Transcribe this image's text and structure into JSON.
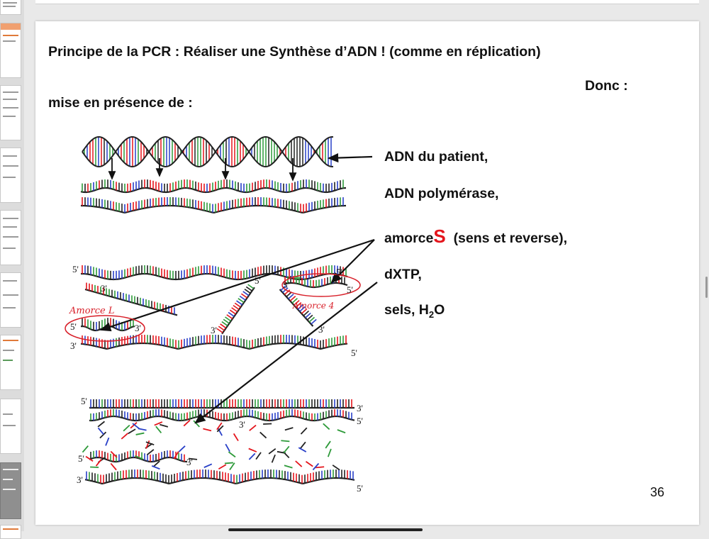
{
  "slide": {
    "title": "Principe de la PCR : Réaliser une Synthèse d’ADN ! (comme en réplication)",
    "donc": "Donc :",
    "mise": "mise en présence de :",
    "items": {
      "adn_patient": "ADN du patient,",
      "polymerase": "ADN polymérase,",
      "amorce_pre": "amorce",
      "amorce_s": "S",
      "amorce_post": "(sens et reverse),",
      "dxtp": "dXTP,",
      "sels_pre": "sels, H",
      "sels_sub": "2",
      "sels_post": "O"
    },
    "page_number": "36"
  },
  "figure": {
    "labels": {
      "p5a": "5'",
      "p3a": "3'",
      "p5b": "5'",
      "p3b": "3'",
      "p5c": "5'",
      "p3c": "3'",
      "p3d": "3'",
      "p5d": "5'",
      "p5e": "5'",
      "p3e": "3'",
      "p3f": "3'",
      "p5f": "5'",
      "p3g": "3'",
      "p5g": "5'",
      "p3h": "3'",
      "p5h": "5'",
      "p3i": "3'",
      "p5i": "5'",
      "p3j": "3'",
      "p3k": "3'"
    },
    "annotations": {
      "amorce_l": "Amorce L",
      "amorce_4": "Amorce 4"
    }
  },
  "colors": {
    "red": "#e4151c",
    "green": "#2e9a3a",
    "blue": "#2940c8",
    "black": "#222222",
    "annot": "#d8202a"
  }
}
